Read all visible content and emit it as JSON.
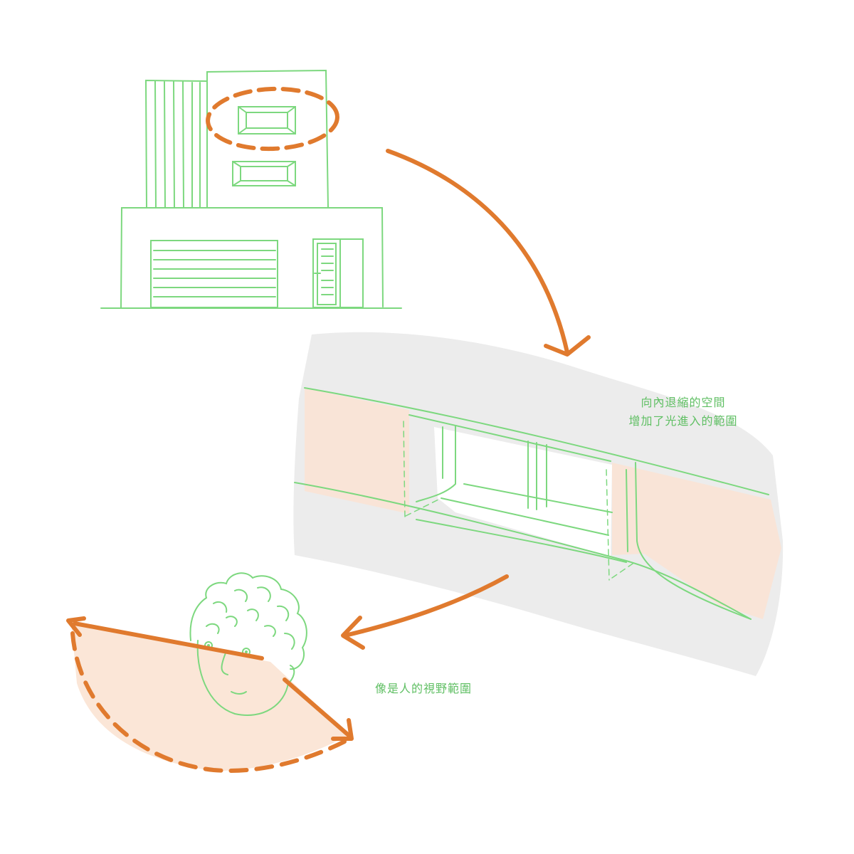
{
  "labels": {
    "recess_line1": "向內退縮的空間",
    "recess_line2": "增加了光進入的範圍",
    "vision": "像是人的視野範圍"
  },
  "colors": {
    "line_green": "#7dd87f",
    "text_green": "#5fbf63",
    "arrow_orange": "#e07a2e",
    "fill_peach": "#fbe3d3",
    "wall_gray": "#ececec"
  }
}
